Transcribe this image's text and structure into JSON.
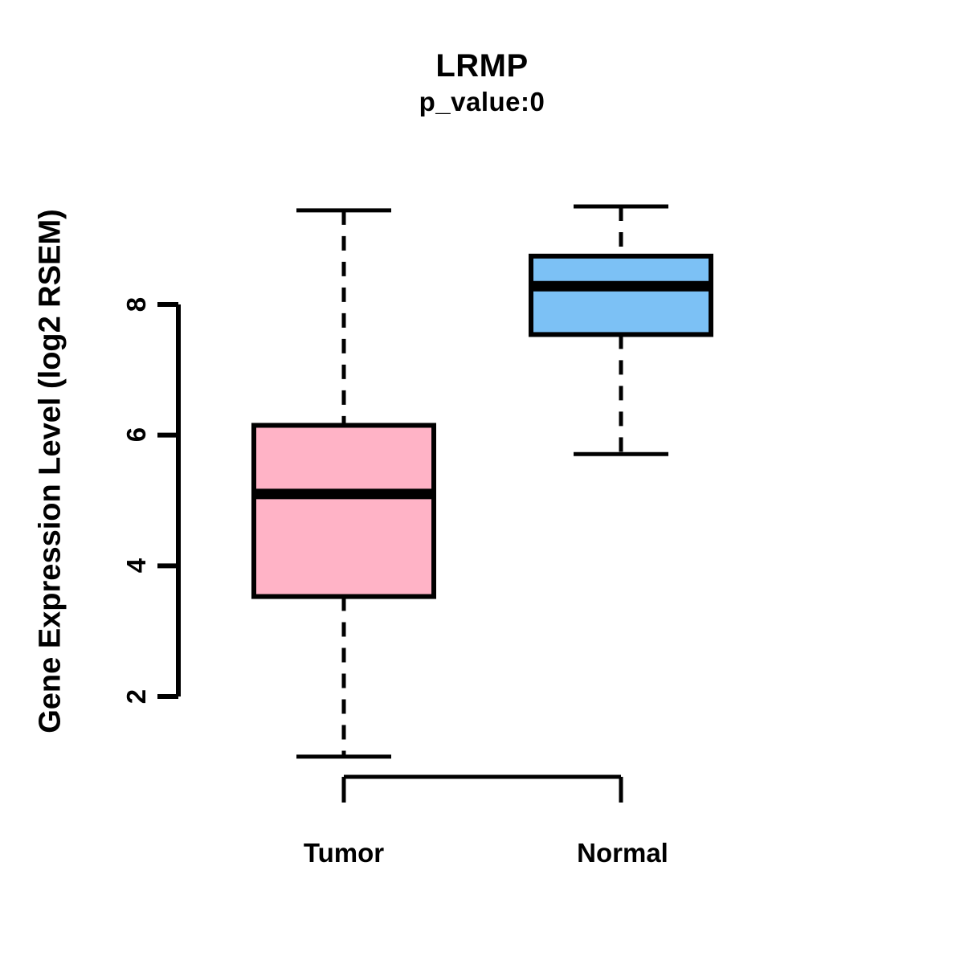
{
  "chart_data": {
    "type": "box",
    "title": "LRMP",
    "subtitle": "p_value:0",
    "xlabel": "",
    "ylabel": "Gene Expression Level (log2 RSEM)",
    "categories": [
      "Tumor",
      "Normal"
    ],
    "ylim": [
      1.0,
      9.55
    ],
    "yticks": [
      2,
      4,
      6,
      8
    ],
    "ytick_labels": [
      "2",
      "4",
      "6",
      "8"
    ],
    "grid": false,
    "legend": "none",
    "annotations": [
      "p_value:0"
    ],
    "boxes": [
      {
        "name": "Tumor",
        "color": "#ffb3c6",
        "whisker_low": 1.08,
        "q1": 3.53,
        "median": 5.1,
        "q3": 6.15,
        "whisker_high": 9.44
      },
      {
        "name": "Normal",
        "color": "#7cc1f5",
        "whisker_low": 5.71,
        "q1": 7.54,
        "median": 8.28,
        "q3": 8.74,
        "whisker_high": 9.5
      }
    ]
  },
  "plot": {
    "title": "LRMP",
    "subtitle": "p_value:0",
    "ylabel": "Gene Expression Level (log2 RSEM)",
    "ytick_labels": {
      "t8": "8",
      "t6": "6",
      "t4": "4",
      "t2": "2"
    },
    "xtick_labels": {
      "tumor": "Tumor",
      "normal": "Normal"
    },
    "colors": {
      "tumor_fill": "#ffb3c6",
      "normal_fill": "#7cc1f5",
      "axis": "#000000",
      "background": "#ffffff"
    }
  }
}
